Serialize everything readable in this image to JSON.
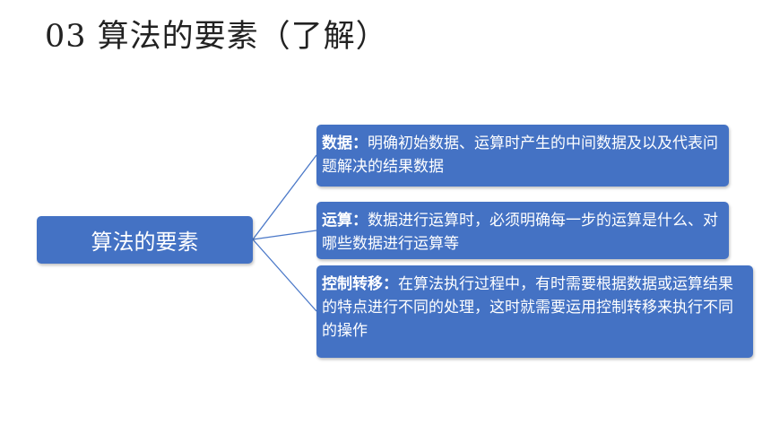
{
  "title": "03 算法的要素（了解）",
  "root": {
    "label": "算法的要素"
  },
  "branches": [
    {
      "heading": "数据：",
      "text": "明确初始数据、运算时产生的中间数据及以及代表问题解决的结果数据"
    },
    {
      "heading": "运算：",
      "text": "数据进行运算时，必须明确每一步的运算是什么、对哪些数据进行运算等"
    },
    {
      "heading": "控制转移：",
      "text": "在算法执行过程中，有时需要根据数据或运算结果的特点进行不同的处理，这时就需要运用控制转移来执行不同的操作"
    }
  ],
  "colors": {
    "box": "#4472c4",
    "line": "#4a78c8",
    "text": "#ffffff"
  }
}
